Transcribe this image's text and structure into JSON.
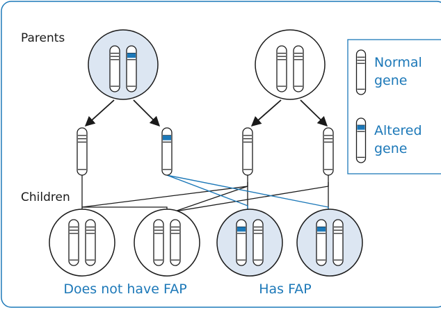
{
  "diagram": {
    "parents_label": "Parents",
    "children_label": "Children",
    "legend": {
      "normal_label_line1": "Normal",
      "normal_label_line2": "gene",
      "altered_label_line1": "Altered",
      "altered_label_line2": "gene"
    },
    "group_labels": {
      "not_fap": "Does not have FAP",
      "has_fap": "Has FAP"
    }
  },
  "colors": {
    "frame": "#1c78b8",
    "altered_band": "#1c78b8",
    "affected_fill": "#dce6f2",
    "outline": "#1a1a1a",
    "blue_text": "#1c78b8"
  }
}
